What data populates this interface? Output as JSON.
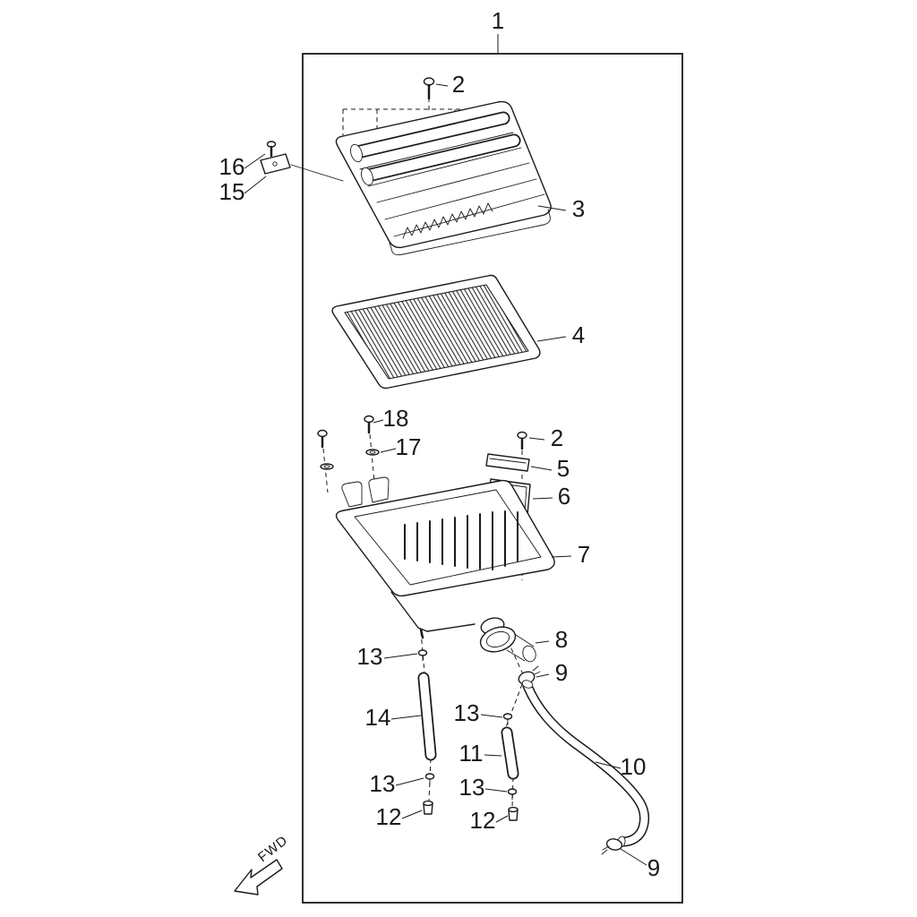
{
  "diagram": {
    "type": "exploded-parts-diagram",
    "colors": {
      "ink": "#1a1a1a",
      "background": "#ffffff"
    },
    "fwd_label": "FWD",
    "callouts": [
      {
        "label": "1"
      },
      {
        "label": "2"
      },
      {
        "label": "16"
      },
      {
        "label": "15"
      },
      {
        "label": "3"
      },
      {
        "label": "4"
      },
      {
        "label": "18"
      },
      {
        "label": "17"
      },
      {
        "label": "2"
      },
      {
        "label": "5"
      },
      {
        "label": "6"
      },
      {
        "label": "7"
      },
      {
        "label": "8"
      },
      {
        "label": "9"
      },
      {
        "label": "13"
      },
      {
        "label": "14"
      },
      {
        "label": "13"
      },
      {
        "label": "12"
      },
      {
        "label": "13"
      },
      {
        "label": "11"
      },
      {
        "label": "13"
      },
      {
        "label": "12"
      },
      {
        "label": "10"
      },
      {
        "label": "9"
      }
    ]
  }
}
